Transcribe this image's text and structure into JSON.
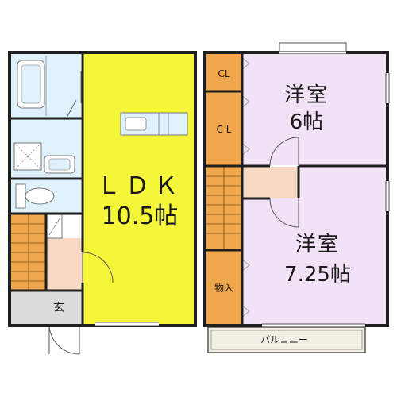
{
  "colors": {
    "wall": "#1f1f1f",
    "ldk": "#f5f53a",
    "bedroom": "#f2e2f5",
    "closet": "#f0a64d",
    "wet": "#dff1fb",
    "hall": "#f8d9c4",
    "genkan": "#dcdcdc",
    "stair": "#f0a64d",
    "balcony": "#f2efe4"
  },
  "rooms": {
    "ldk_label": "ＬＤＫ",
    "ldk_size": "10.5帖",
    "bedroom1_label": "洋室",
    "bedroom1_size": "6帖",
    "bedroom2_label": "洋室",
    "bedroom2_size": "7.25帖",
    "closet1_label": "CL",
    "closet2_label": "C L",
    "storage_label": "物入",
    "genkan_label": "玄",
    "balcony_label": "バルコニー"
  }
}
